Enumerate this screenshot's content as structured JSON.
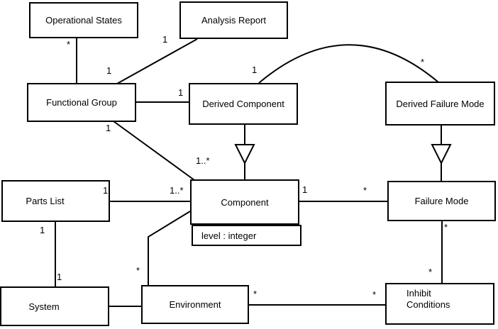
{
  "diagram": {
    "type": "uml-class-diagram",
    "background": "#ffffff",
    "line_color": "#000000",
    "nodes": [
      {
        "id": "operational-states",
        "label": "Operational States"
      },
      {
        "id": "analysis-report",
        "label": "Analysis Report"
      },
      {
        "id": "functional-group",
        "label": "Functional Group"
      },
      {
        "id": "derived-component",
        "label": "Derived Component"
      },
      {
        "id": "derived-failure-mode",
        "label": "Derived Failure Mode"
      },
      {
        "id": "parts-list",
        "label": "Parts List"
      },
      {
        "id": "component",
        "label": "Component",
        "attributes": [
          "level : integer"
        ]
      },
      {
        "id": "failure-mode",
        "label": "Failure Mode"
      },
      {
        "id": "system",
        "label": "System"
      },
      {
        "id": "environment",
        "label": "Environment"
      },
      {
        "id": "inhibit-conditions",
        "label": "Inhibit Conditions"
      }
    ],
    "edges": [
      {
        "from": "functional-group",
        "to": "operational-states",
        "type": "association",
        "mult_to": "*"
      },
      {
        "from": "functional-group",
        "to": "analysis-report",
        "type": "association",
        "mult_from": "1",
        "mult_to": "1"
      },
      {
        "from": "functional-group",
        "to": "derived-component",
        "type": "association",
        "mult_to": "1"
      },
      {
        "from": "functional-group",
        "to": "component",
        "type": "association",
        "mult_from": "1",
        "mult_to": "1..*"
      },
      {
        "from": "derived-component",
        "to": "component",
        "type": "generalization"
      },
      {
        "from": "derived-component",
        "to": "derived-failure-mode",
        "type": "association",
        "mult_from": "1",
        "mult_to": "*"
      },
      {
        "from": "derived-failure-mode",
        "to": "failure-mode",
        "type": "generalization"
      },
      {
        "from": "parts-list",
        "to": "component",
        "type": "association",
        "mult_from": "1",
        "mult_to": "1..*"
      },
      {
        "from": "component",
        "to": "failure-mode",
        "type": "association",
        "mult_from": "1",
        "mult_to": "*"
      },
      {
        "from": "parts-list",
        "to": "system",
        "type": "association",
        "mult_from": "1",
        "mult_to": "1"
      },
      {
        "from": "component",
        "to": "environment",
        "type": "association",
        "mult_to": "*"
      },
      {
        "from": "system",
        "to": "environment",
        "type": "association"
      },
      {
        "from": "environment",
        "to": "inhibit-conditions",
        "type": "association",
        "mult_from": "*",
        "mult_to": "*"
      },
      {
        "from": "failure-mode",
        "to": "inhibit-conditions",
        "type": "association",
        "mult_from": "*",
        "mult_to": "*"
      }
    ]
  }
}
